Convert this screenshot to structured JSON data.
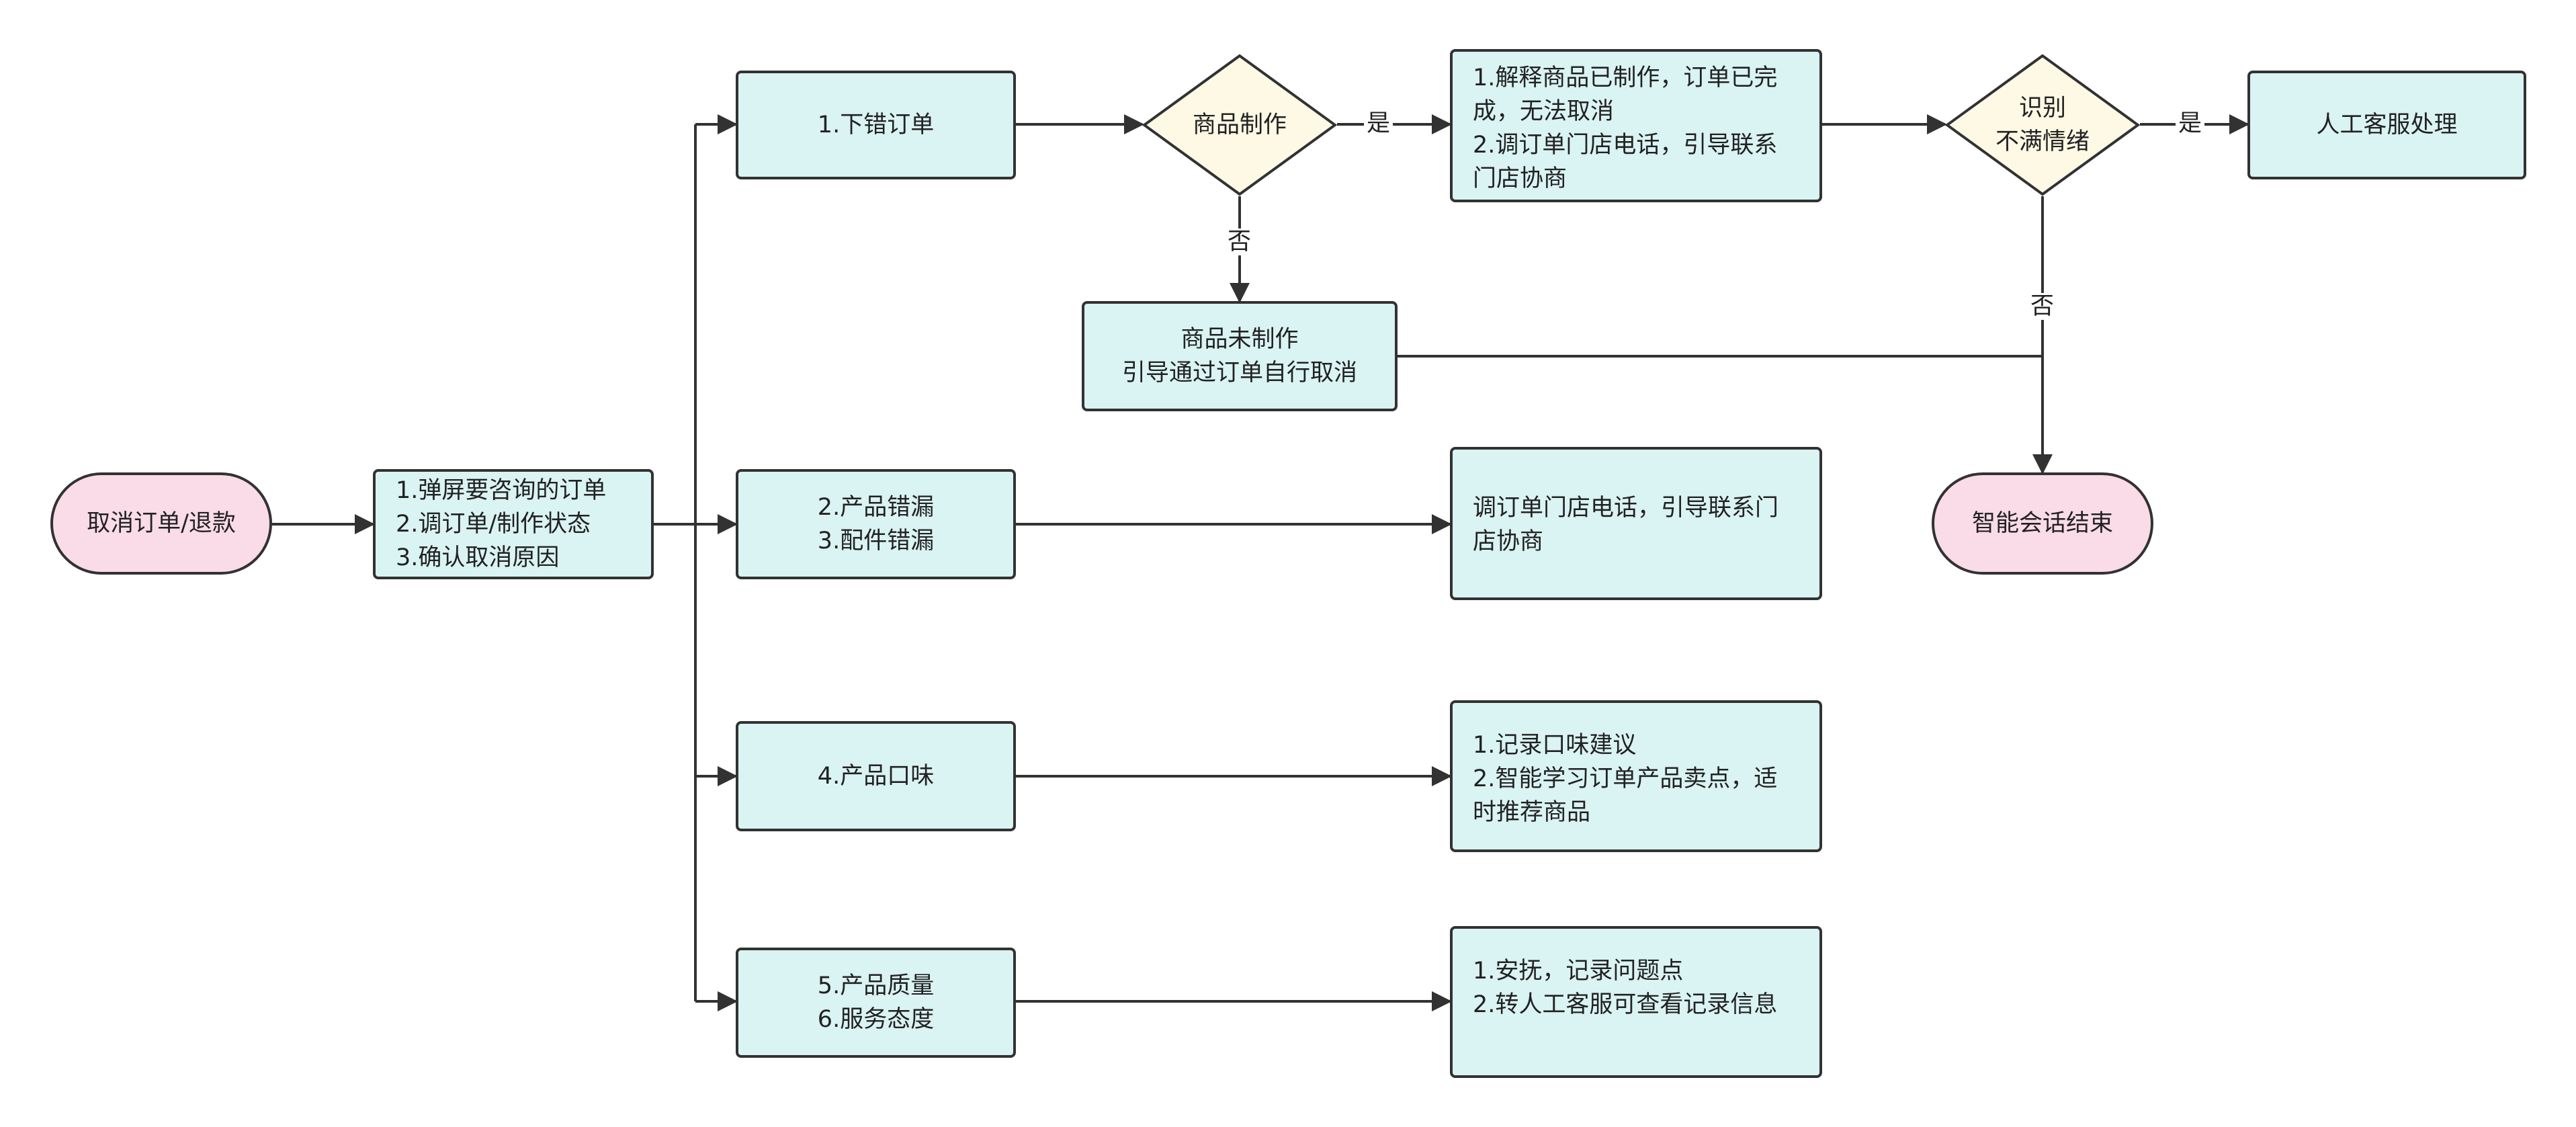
{
  "colors": {
    "process_fill": "#daf3f3",
    "terminal_fill": "#fadbe8",
    "decision_fill": "#fdf9e5",
    "stroke": "#323232"
  },
  "nodes": {
    "start": "取消订单/退款",
    "check": "1.弹屏要咨询的订单\n2.调订单/制作状态\n3.确认取消原因",
    "wrong_order": "1.下错订单",
    "made_decision": "商品制作",
    "made_yes_action": "1.解释商品已制作，订单已完成，无法取消\n2.调订单门店电话，引导联系门店协商",
    "not_made": "商品未制作\n引导通过订单自行取消",
    "emotion_decision": "识别\n不满情绪",
    "human_service": "人工客服处理",
    "end": "智能会话结束",
    "product_error": "2.产品错漏\n3.配件错漏",
    "product_error_action": "调订单门店电话，引导联系门店协商",
    "taste": "4.产品口味",
    "taste_action": "1.记录口味建议\n2.智能学习订单产品卖点，适时推荐商品",
    "quality": "5.产品质量\n6.服务态度",
    "quality_action": "1.安抚，记录问题点\n2.转人工客服可查看记录信息"
  },
  "edge_labels": {
    "made_yes": "是",
    "made_no": "否",
    "emotion_yes": "是",
    "emotion_no": "否"
  }
}
